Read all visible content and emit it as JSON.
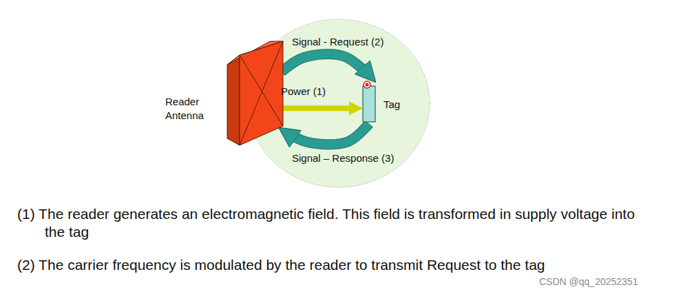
{
  "diagram": {
    "nodes": [
      {
        "text": [
          "Reader Antenna"
        ]
      },
      {
        "text": [
          "Tag"
        ]
      }
    ],
    "edges": [
      {
        "from": 0,
        "to": 1,
        "arrow": "to",
        "label": "Signal - Request (2)"
      },
      {
        "from": 0,
        "to": 1,
        "arrow": "to",
        "label": "Power (1)"
      },
      {
        "from": 1,
        "to": 0,
        "arrow": "to",
        "label": "Signal – Response (3)"
      }
    ],
    "labels": [
      "(1) The reader generates an electromagnetic field. This field is transformed in supply voltage into the tag",
      "(2) The carrier frequency is modulated by the reader to transmit Request to the tag",
      "CSDN @qq_20252351"
    ]
  }
}
